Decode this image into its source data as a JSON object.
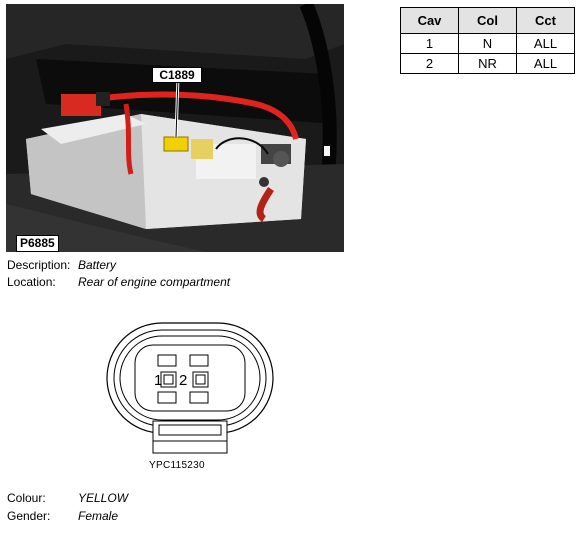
{
  "photo": {
    "callout": "C1889",
    "reference": "P6885"
  },
  "pin_table": {
    "headers": [
      "Cav",
      "Col",
      "Cct"
    ],
    "rows": [
      [
        "1",
        "N",
        "ALL"
      ],
      [
        "2",
        "NR",
        "ALL"
      ]
    ]
  },
  "connector_info": {
    "description_label": "Description:",
    "description_value": "Battery",
    "location_label": "Location:",
    "location_value": "Rear of engine compartment",
    "colour_label": "Colour:",
    "colour_value": "YELLOW",
    "gender_label": "Gender:",
    "gender_value": "Female"
  },
  "connector_drawing": {
    "pin_1": "1",
    "pin_2": "2",
    "part_number": "YPC115230"
  }
}
